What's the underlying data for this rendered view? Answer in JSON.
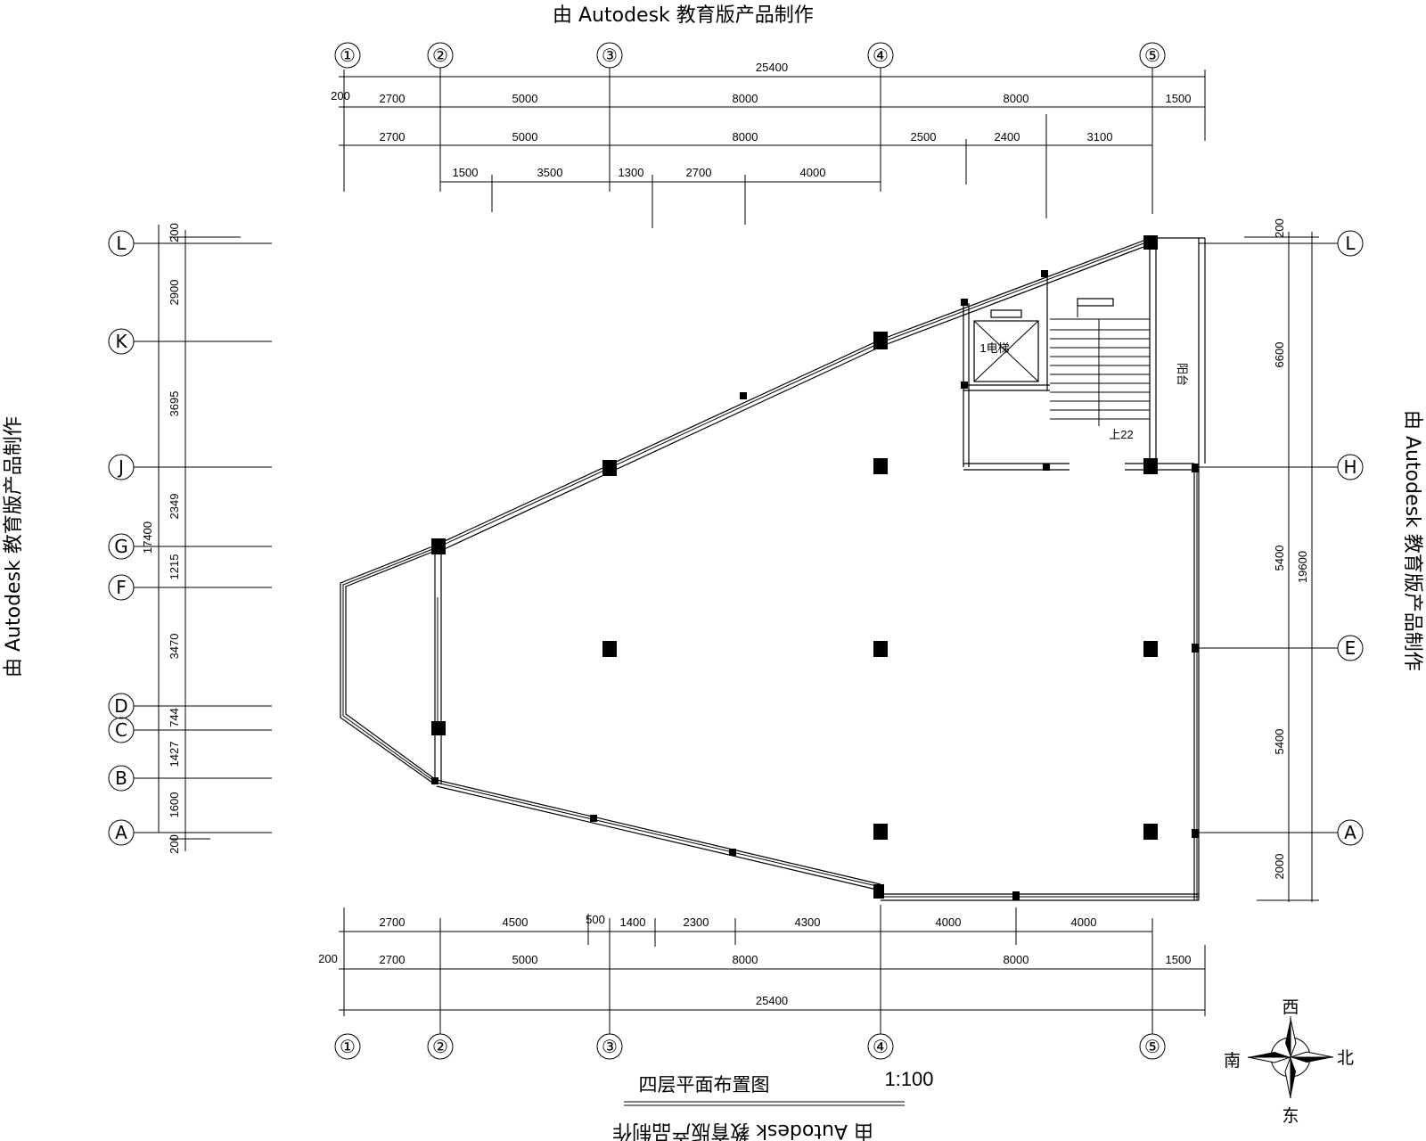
{
  "watermark": "由 Autodesk 教育版产品制作",
  "title": "四层平面布置图",
  "scale": "1:100",
  "room_label_balcony": "阳台",
  "elevator_label": "1电梯",
  "stair_label": "上22",
  "compass": {
    "west": "西",
    "south": "南",
    "north": "北",
    "east": "东"
  },
  "axes_numbered": [
    "①",
    "②",
    "③",
    "④",
    "⑤"
  ],
  "axes_left": [
    "L",
    "K",
    "J",
    "G",
    "F",
    "D",
    "C",
    "B",
    "A"
  ],
  "axes_right": [
    "L",
    "H",
    "E",
    "A"
  ],
  "dims_top": {
    "total": "25400",
    "row1": [
      "200",
      "2700",
      "5000",
      "8000",
      "8000",
      "1500"
    ],
    "row2": [
      "2700",
      "5000",
      "8000",
      "2500",
      "2400",
      "3100"
    ],
    "row3": [
      "1500",
      "3500",
      "1300",
      "2700",
      "4000"
    ]
  },
  "dims_bottom": {
    "row1": [
      "2700",
      "4500",
      "500",
      "1400",
      "2300",
      "4300",
      "4000",
      "4000"
    ],
    "row2": [
      "200",
      "2700",
      "5000",
      "8000",
      "8000",
      "1500"
    ],
    "total": "25400"
  },
  "dims_left": {
    "segments": [
      "200",
      "2900",
      "3695",
      "2349",
      "1215",
      "3470",
      "744",
      "1427",
      "1600",
      "200"
    ],
    "total": "17400"
  },
  "dims_right": {
    "segments": [
      "200",
      "6600",
      "5400",
      "5400",
      "2000"
    ],
    "total": "19600"
  }
}
